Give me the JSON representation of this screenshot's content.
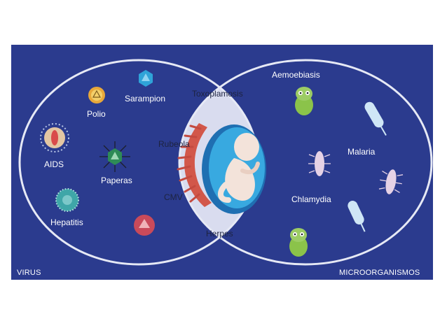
{
  "sets": {
    "left": {
      "label": "VIRUS"
    },
    "right": {
      "label": "MICROORGANISMOS"
    }
  },
  "virus_items": [
    "Polio",
    "Sarampion",
    "AIDS",
    "Paperas",
    "Hepatitis"
  ],
  "center_items": [
    "Toxoplamosis",
    "Rubeola",
    "CMV",
    "Herpes"
  ],
  "micro_items": [
    "Aemoebiasis",
    "Malaria",
    "Chlamydia"
  ],
  "colors": {
    "background": "#2b3b8e",
    "circle_outline": "#e6e9f5",
    "intersection": "#d9dcef",
    "fetus_fluid": "#38a9e0",
    "placenta": "#d2574a"
  },
  "icons": {
    "virus": "virus-icon",
    "amoeba": "amoeba-icon",
    "parasite": "plasmodium-icon",
    "bacterium": "bacterium-icon",
    "fetus": "fetus-in-womb-icon"
  }
}
